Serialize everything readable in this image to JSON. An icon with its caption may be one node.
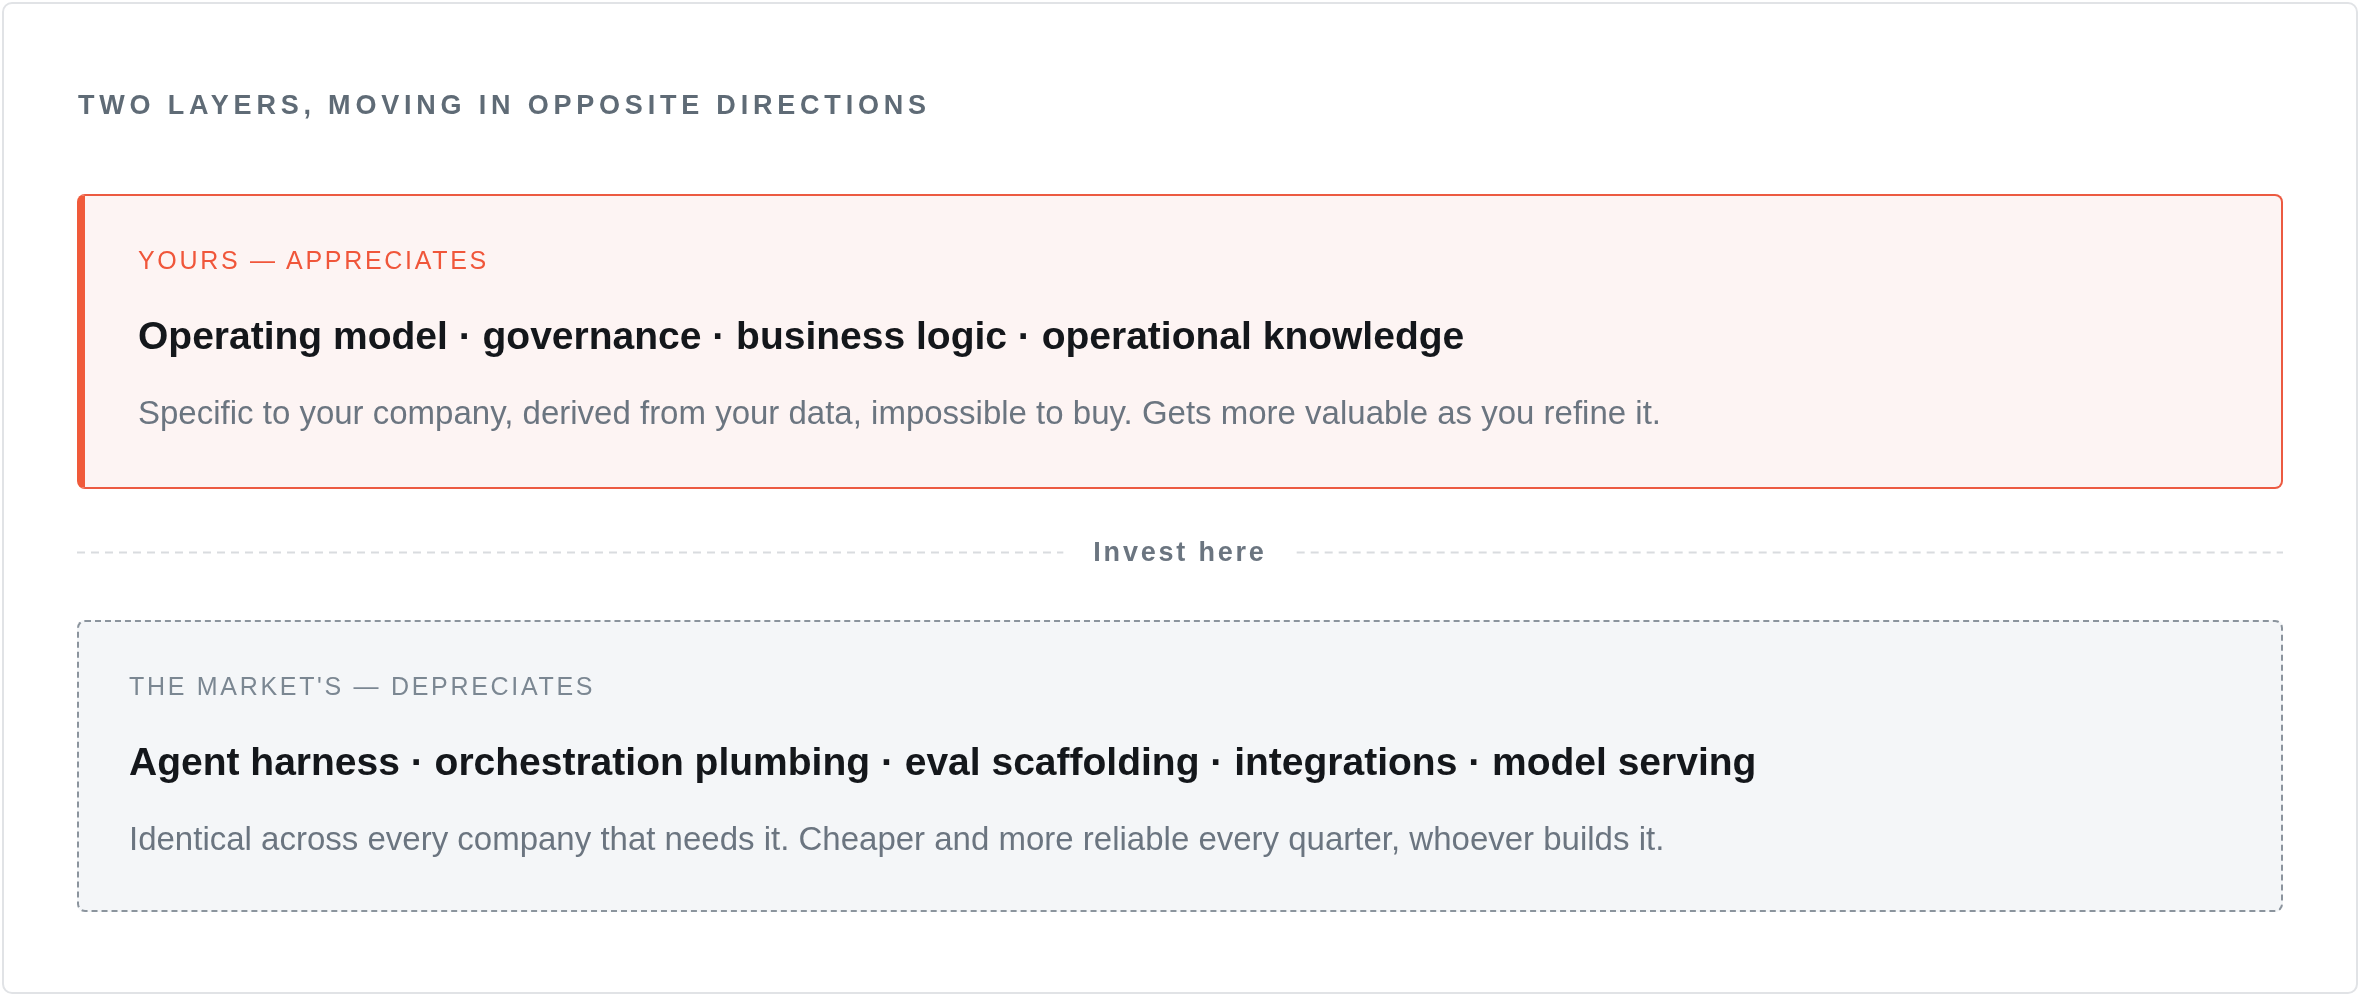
{
  "diagram": {
    "title": "TWO LAYERS, MOVING IN OPPOSITE DIRECTIONS",
    "nodes": [
      {
        "text": [
          "YOURS — APPRECIATES",
          "Operating model · governance · business logic · operational knowledge",
          "Specific to your company, derived from your data, impossible to buy. Gets more valuable as you refine it."
        ]
      },
      {
        "text": [
          "THE MARKET'S — DEPRECIATES",
          "Agent harness · orchestration plumbing · eval scaffolding · integrations · model serving",
          "Identical across every company that needs it. Cheaper and more reliable every quarter, whoever builds it."
        ]
      }
    ],
    "labels": [
      "Invest here"
    ]
  }
}
